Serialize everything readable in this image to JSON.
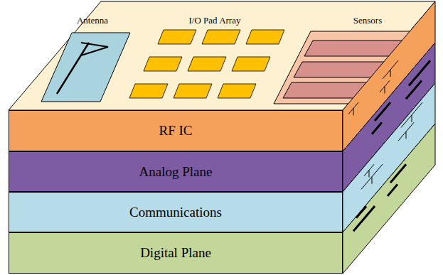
{
  "diagram": {
    "nodes": [
      {
        "text": [
          "RF IC"
        ]
      },
      {
        "text": [
          "Analog Plane"
        ]
      },
      {
        "text": [
          "Communications"
        ]
      },
      {
        "text": [
          "Digital Plane"
        ]
      }
    ],
    "labels": [
      "Antenna",
      "I/O Pad Array",
      "Sensors"
    ]
  }
}
